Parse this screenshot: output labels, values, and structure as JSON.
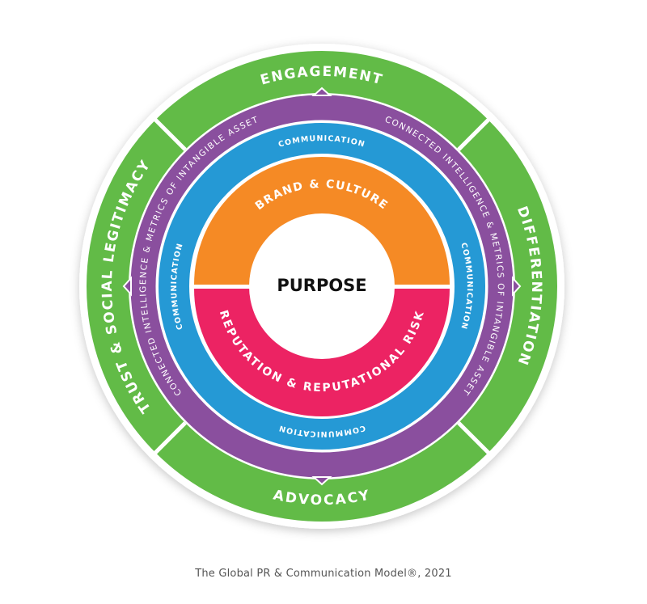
{
  "diagram": {
    "outer_ring": {
      "top": "ENGAGEMENT",
      "right": "DIFFERENTIATION",
      "bottom": "ADVOCACY",
      "left": "TRUST & SOCIAL LEGITIMACY",
      "color": "#62bb47"
    },
    "intelligence_ring": {
      "label": "CONNECTED INTELLIGENCE & METRICS OF INTANGIBLE ASSET",
      "color": "#8a4f9e"
    },
    "communication_ring": {
      "label": "COMMUNICATION",
      "color": "#2599d5"
    },
    "core_ring": {
      "top": "BRAND & CULTURE",
      "bottom": "REPUTATION & REPUTATIONAL RISK",
      "top_color": "#f58a25",
      "bottom_color": "#ec2363"
    },
    "center": "PURPOSE"
  },
  "caption": "The Global PR & Communication Model®, 2021"
}
